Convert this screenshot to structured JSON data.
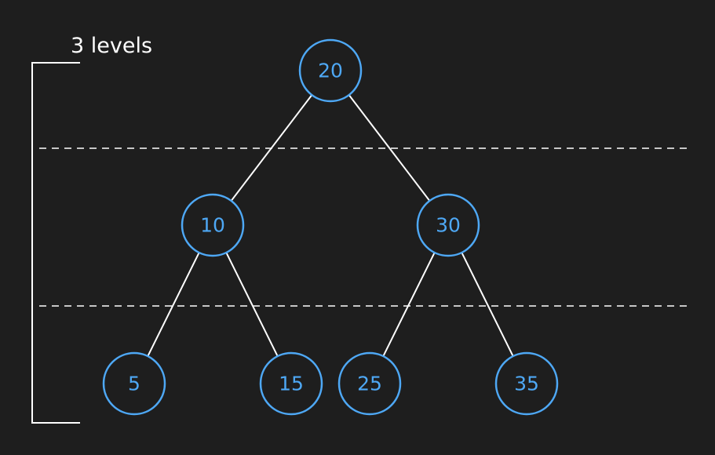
{
  "levels_label": "3 levels",
  "nodes": [
    {
      "id": "20",
      "label": "20"
    },
    {
      "id": "10",
      "label": "10"
    },
    {
      "id": "30",
      "label": "30"
    },
    {
      "id": "5",
      "label": "5"
    },
    {
      "id": "15",
      "label": "15"
    },
    {
      "id": "25",
      "label": "25"
    },
    {
      "id": "35",
      "label": "35"
    }
  ],
  "edges": [
    {
      "from": "20",
      "to": "10"
    },
    {
      "from": "20",
      "to": "30"
    },
    {
      "from": "10",
      "to": "5"
    },
    {
      "from": "10",
      "to": "15"
    },
    {
      "from": "30",
      "to": "25"
    },
    {
      "from": "30",
      "to": "35"
    }
  ],
  "colors": {
    "background": "#1e1e1e",
    "node_stroke": "#4ea8f5",
    "node_text": "#4ea8f5",
    "edge": "#ffffff",
    "divider": "#ffffff",
    "bracket": "#ffffff"
  }
}
